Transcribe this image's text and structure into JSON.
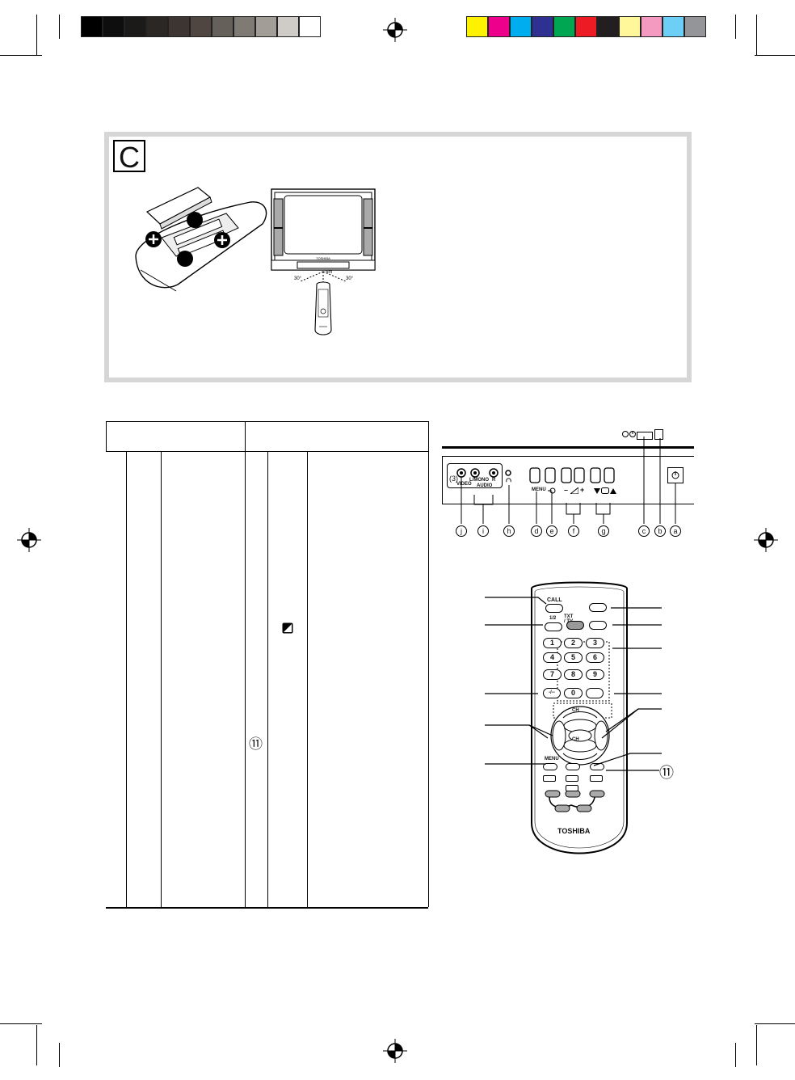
{
  "print_marks": {
    "gray_swatches": [
      "#000000",
      "#0e0e0e",
      "#1c1a18",
      "#2b2725",
      "#3d3532",
      "#4f4541",
      "#66605b",
      "#807a75",
      "#a39d98",
      "#cfcbc7",
      "#ffffff"
    ],
    "color_swatches": [
      "#fff200",
      "#ec008c",
      "#00aeef",
      "#2e3192",
      "#00a651",
      "#ed1c24",
      "#231f20",
      "#fff799",
      "#f49ac1",
      "#6dcff6",
      "#939598"
    ]
  },
  "section": {
    "letter": "C"
  },
  "installation": {
    "distance_label": "5m",
    "angle_left": "30°",
    "angle_right": "30°",
    "tv_brand_small": "TOSHIBA"
  },
  "front_panel": {
    "labels": {
      "video": "VIDEO",
      "lmono": "L/MONO",
      "r": "R",
      "audio": "AUDIO",
      "menu": "MENU",
      "minus": "–",
      "plus": "+",
      "count_3": "(3)"
    },
    "callouts": [
      "j",
      "i",
      "h",
      "d",
      "e",
      "f",
      "g",
      "c",
      "b",
      "a"
    ]
  },
  "remote": {
    "call_label": "CALL",
    "txt_tv_label": "TXT / TV",
    "dual_label": "1/2",
    "keypad": [
      "1",
      "2",
      "3",
      "4",
      "5",
      "6",
      "7",
      "8",
      "9"
    ],
    "zero": "0",
    "dash_label": "-/--",
    "ch_up": "CH",
    "ch_down": "CH",
    "menu_label": "MENU",
    "brand": "TOSHIBA",
    "callout_11": "⑪"
  },
  "table": {
    "row_marker": "⑪"
  }
}
